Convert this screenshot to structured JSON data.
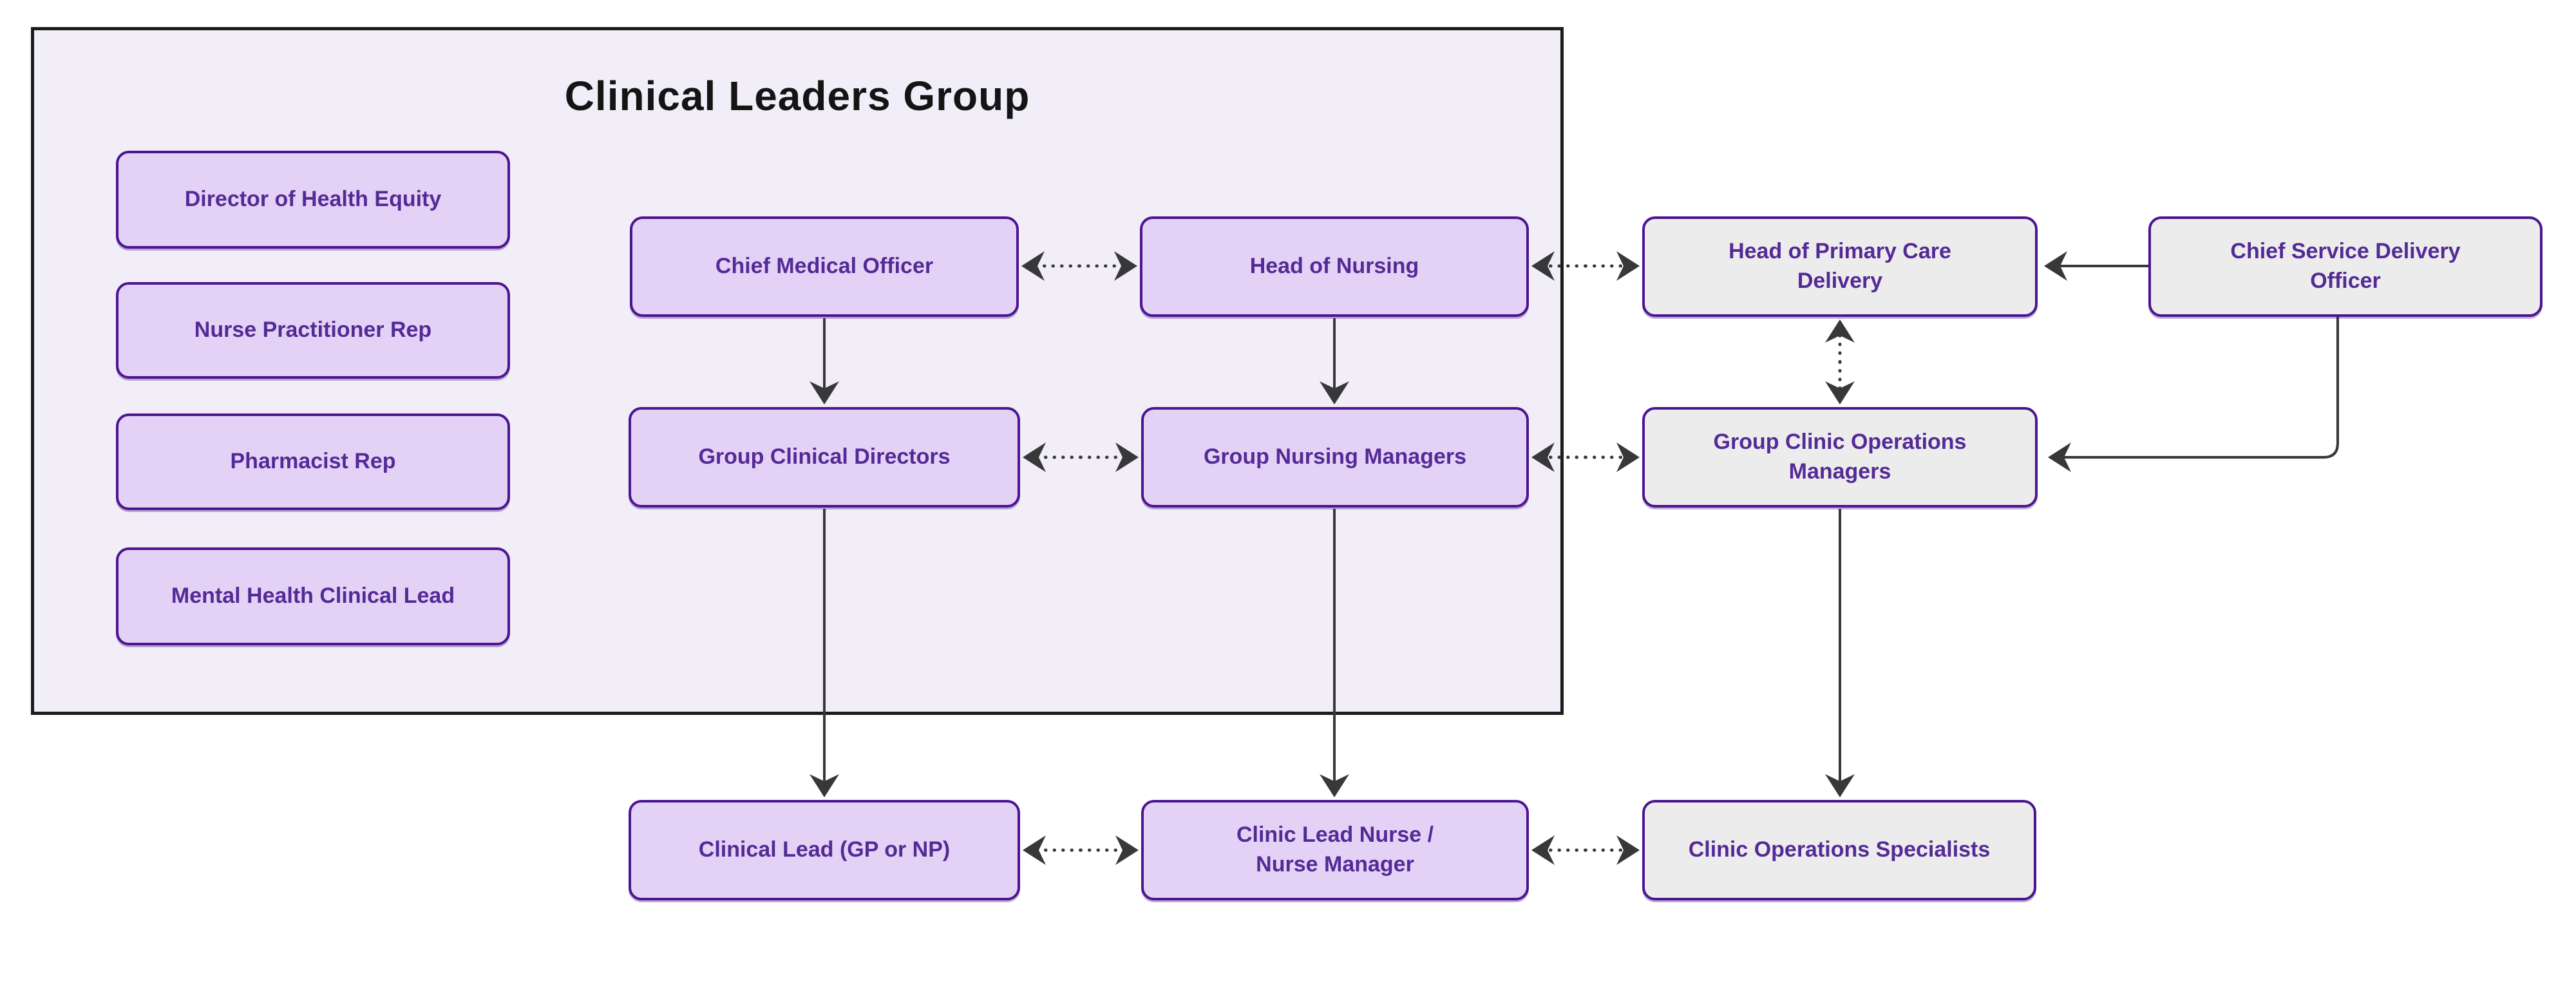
{
  "container": {
    "title": "Clinical Leaders Group"
  },
  "colors": {
    "canvas_background": "#ffffff",
    "container_fill": "#f1eef8",
    "container_border": "#1c1c1c",
    "node_purple_fill": "#e3d2f6",
    "node_gray_fill": "#ececec",
    "node_border": "#4b1590",
    "node_text": "#542a96",
    "title_text": "#141414",
    "arrow_color": "#383838"
  },
  "nodes": [
    {
      "id": "director_of_health_equity",
      "label": "Director of Health Equity",
      "variant": "purple",
      "group": "Clinical Leaders Group"
    },
    {
      "id": "nurse_practitioner_rep",
      "label": "Nurse Practitioner Rep",
      "variant": "purple",
      "group": "Clinical Leaders Group"
    },
    {
      "id": "pharmacist_rep",
      "label": "Pharmacist Rep",
      "variant": "purple",
      "group": "Clinical Leaders Group"
    },
    {
      "id": "mental_health_clinical_lead",
      "label": "Mental Health Clinical Lead",
      "variant": "purple",
      "group": "Clinical Leaders Group"
    },
    {
      "id": "chief_medical_officer",
      "label": "Chief Medical Officer",
      "variant": "purple",
      "group": "Clinical Leaders Group"
    },
    {
      "id": "head_of_nursing",
      "label": "Head of Nursing",
      "variant": "purple",
      "group": "Clinical Leaders Group"
    },
    {
      "id": "group_clinical_directors",
      "label": "Group Clinical Directors",
      "variant": "purple",
      "group": "Clinical Leaders Group"
    },
    {
      "id": "group_nursing_managers",
      "label": "Group Nursing Managers",
      "variant": "purple",
      "group": "Clinical Leaders Group"
    },
    {
      "id": "head_of_primary_care_delivery",
      "label": "Head of Primary Care\nDelivery",
      "variant": "gray",
      "group": ""
    },
    {
      "id": "chief_service_delivery_officer",
      "label": "Chief Service Delivery\nOfficer",
      "variant": "gray",
      "group": ""
    },
    {
      "id": "group_clinic_operations_managers",
      "label": "Group Clinic Operations\nManagers",
      "variant": "gray",
      "group": ""
    },
    {
      "id": "clinical_lead_gp_or_np",
      "label": "Clinical Lead (GP or NP)",
      "variant": "purple",
      "group": ""
    },
    {
      "id": "clinic_lead_nurse_nurse_manager",
      "label": "Clinic Lead Nurse /\nNurse Manager",
      "variant": "purple",
      "group": ""
    },
    {
      "id": "clinic_operations_specialists",
      "label": "Clinic Operations Specialists",
      "variant": "gray",
      "group": ""
    }
  ],
  "edges": [
    {
      "from": "chief_medical_officer",
      "to": "head_of_nursing",
      "style": "dotted",
      "direction": "both"
    },
    {
      "from": "head_of_nursing",
      "to": "head_of_primary_care_delivery",
      "style": "dotted",
      "direction": "both"
    },
    {
      "from": "chief_service_delivery_officer",
      "to": "head_of_primary_care_delivery",
      "style": "solid",
      "direction": "one"
    },
    {
      "from": "chief_medical_officer",
      "to": "group_clinical_directors",
      "style": "solid",
      "direction": "one"
    },
    {
      "from": "head_of_nursing",
      "to": "group_nursing_managers",
      "style": "solid",
      "direction": "one"
    },
    {
      "from": "group_clinical_directors",
      "to": "group_nursing_managers",
      "style": "dotted",
      "direction": "both"
    },
    {
      "from": "group_nursing_managers",
      "to": "group_clinic_operations_managers",
      "style": "dotted",
      "direction": "both"
    },
    {
      "from": "head_of_primary_care_delivery",
      "to": "group_clinic_operations_managers",
      "style": "dotted",
      "direction": "both"
    },
    {
      "from": "chief_service_delivery_officer",
      "to": "group_clinic_operations_managers",
      "style": "solid",
      "direction": "one"
    },
    {
      "from": "group_clinical_directors",
      "to": "clinical_lead_gp_or_np",
      "style": "solid",
      "direction": "one"
    },
    {
      "from": "group_nursing_managers",
      "to": "clinic_lead_nurse_nurse_manager",
      "style": "solid",
      "direction": "one"
    },
    {
      "from": "group_clinic_operations_managers",
      "to": "clinic_operations_specialists",
      "style": "solid",
      "direction": "one"
    },
    {
      "from": "clinical_lead_gp_or_np",
      "to": "clinic_lead_nurse_nurse_manager",
      "style": "dotted",
      "direction": "both"
    },
    {
      "from": "clinic_lead_nurse_nurse_manager",
      "to": "clinic_operations_specialists",
      "style": "dotted",
      "direction": "both"
    }
  ]
}
